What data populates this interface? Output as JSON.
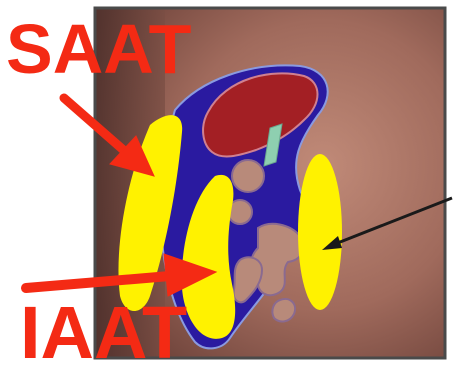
{
  "labels": {
    "top": "SAAT",
    "bottom": "IAAT"
  },
  "colors": {
    "label": "#f42a14",
    "arrow": "#f42a14",
    "pointer": "#1a1a1a",
    "background_skin": "#a8776a",
    "skin_shadow": "#5a3a33",
    "frame": "#4a4a4a",
    "visceral_region": "#2a1aa0",
    "adipose_tissue": "#fff200",
    "liver": "#a31f24",
    "organ_tan": "#b88a7a",
    "vessel": "#8ecfb0"
  },
  "figure": {
    "subject": "body-cross-section-illustration",
    "regions": [
      "subcutaneous-fat-band",
      "intra-abdominal-fat",
      "retroperitoneal-fat",
      "liver",
      "visceral-cavity"
    ]
  }
}
